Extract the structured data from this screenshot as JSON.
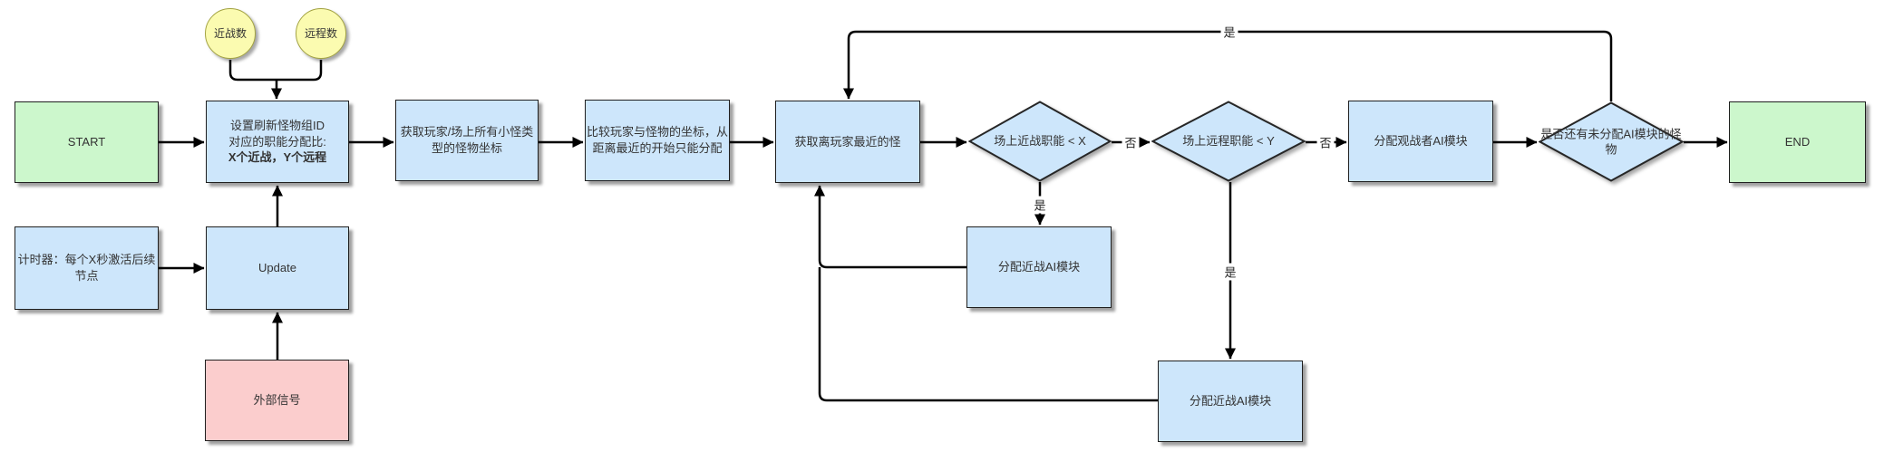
{
  "diagram": {
    "nodes": {
      "start": {
        "label": "START"
      },
      "melee_count": {
        "label": "近战数"
      },
      "ranged_count": {
        "label": "远程数"
      },
      "set_refresh": {
        "line1": "设置刷新怪物组ID",
        "line2": "对应的职能分配比:",
        "line3": "X个近战，Y个远程"
      },
      "timer": {
        "label": "计时器：每个X秒激活后续\n节点"
      },
      "update": {
        "label": "Update"
      },
      "external_signal": {
        "label": "外部信号"
      },
      "get_coords": {
        "label": "获取玩家/场上所有小怪类\n型的怪物坐标"
      },
      "compare_coords": {
        "label": "比较玩家与怪物的坐标，从\n距离最近的开始只能分配"
      },
      "get_nearest": {
        "label": "获取离玩家最近的怪"
      },
      "melee_check": {
        "label": "场上近战职能 < X"
      },
      "ranged_check": {
        "label": "场上远程职能 < Y"
      },
      "assign_melee_1": {
        "label": "分配近战AI模块"
      },
      "assign_melee_2": {
        "label": "分配近战AI模块"
      },
      "assign_observer": {
        "label": "分配观战者AI模块"
      },
      "remaining_check": {
        "label": "是否还有未分配AI模块的怪\n物"
      },
      "end": {
        "label": "END"
      }
    },
    "edge_labels": {
      "yes1": "是",
      "yes2": "是",
      "yes_loop": "是",
      "no1": "否",
      "no2": "否"
    },
    "colors": {
      "node-blue": "#cde6fb",
      "node-green": "#ccf7cc",
      "node-pink": "#fbcdcd",
      "node-yellow": "#fbfbb0",
      "circle-border": "#a3a342",
      "border-dark": "#1f1f1f",
      "line": "#000000"
    }
  }
}
